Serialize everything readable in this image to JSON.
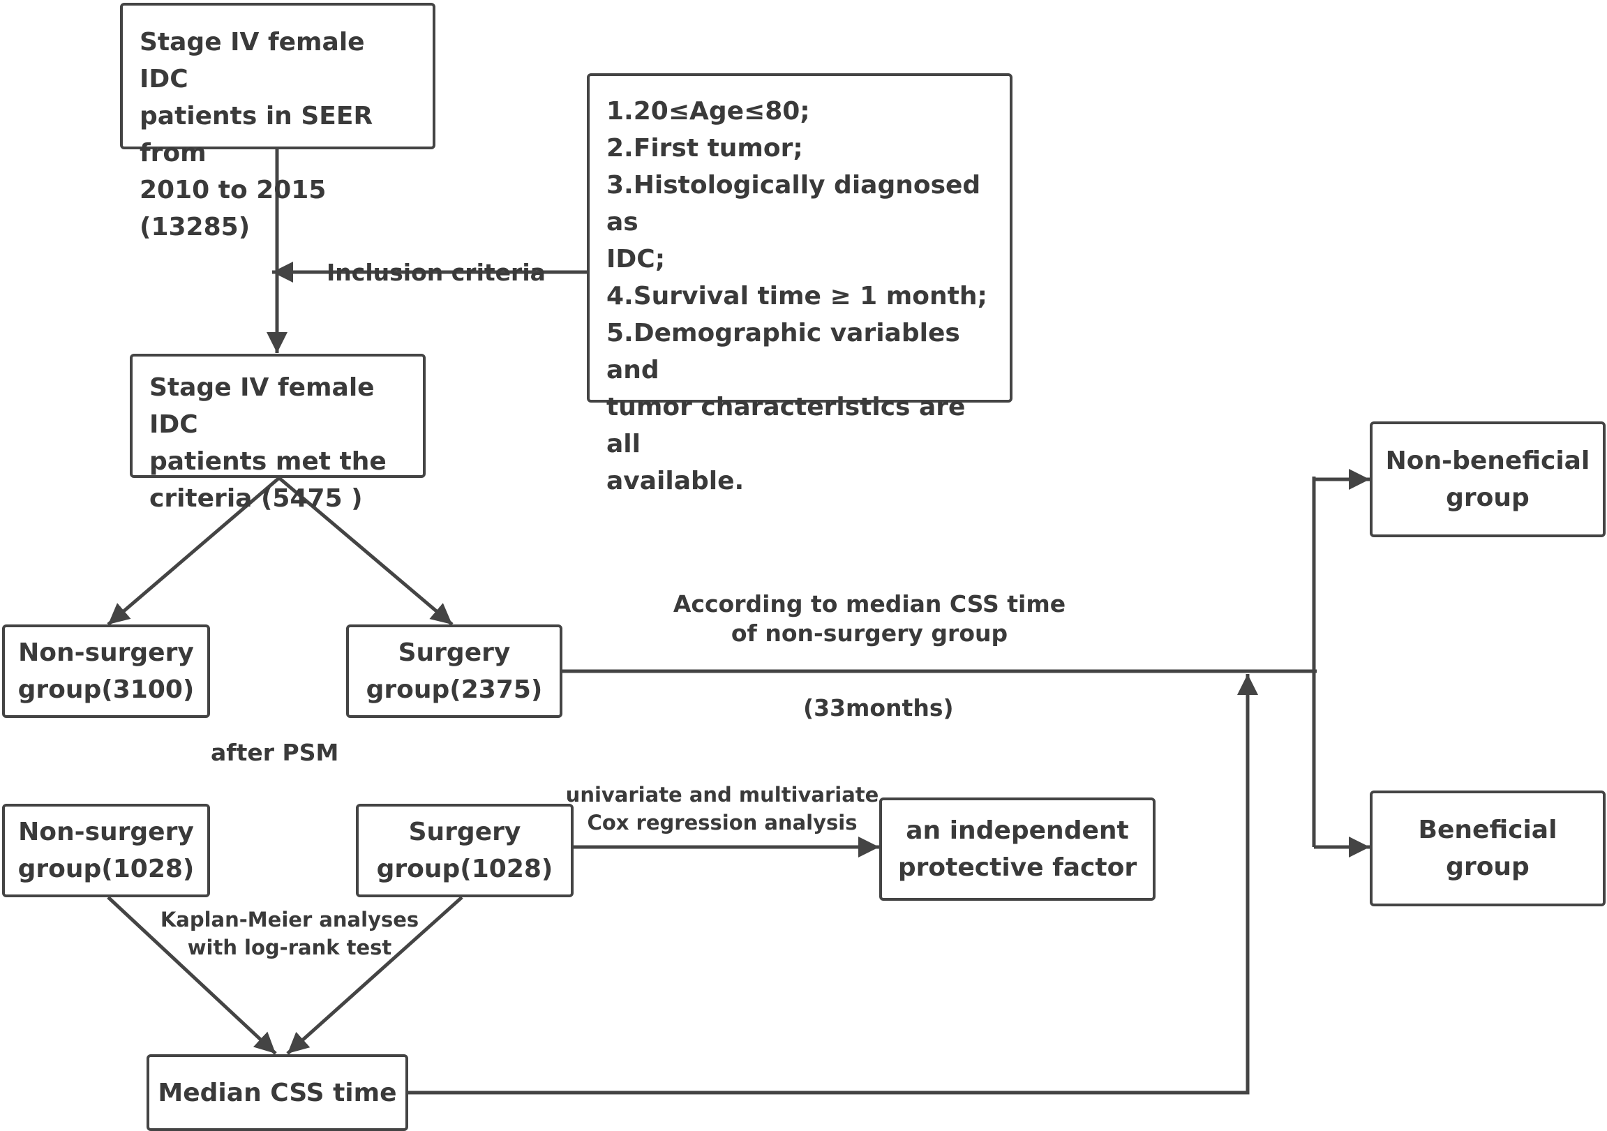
{
  "boxes": {
    "start": [
      "Stage IV female IDC",
      "patients in SEER from",
      "2010 to 2015 (13285)"
    ],
    "criteria_list": [
      "1.20≤Age≤80;",
      "2.First tumor;",
      "3.Histologically diagnosed  as",
      "IDC;",
      "4.Survival time ≥ 1 month;",
      "5.Demographic variables and",
      "tumor characteristics are all",
      "available."
    ],
    "met_criteria": [
      "Stage IV female IDC",
      "patients met the",
      "criteria (5475 )"
    ],
    "non_surgery_pre": [
      "Non-surgery",
      "group(3100)"
    ],
    "surgery_pre": [
      "Surgery",
      "group(2375)"
    ],
    "non_surgery_post": [
      "Non-surgery",
      "group(1028)"
    ],
    "surgery_post": [
      "Surgery",
      "group(1028)"
    ],
    "protective_factor": [
      "an independent",
      "protective factor"
    ],
    "median_css": [
      "Median CSS time"
    ],
    "non_beneficial": [
      "Non-beneficial",
      "group"
    ],
    "beneficial": [
      "Beneficial",
      "group"
    ]
  },
  "labels": {
    "inclusion": "Inclusion criteria",
    "according_line1": "According to median CSS time",
    "according_line2": "of non-surgery group",
    "months": "(33months)",
    "after_psm": "after PSM",
    "cox_line1": "univariate and multivariate",
    "cox_line2": "Cox regression analysis",
    "km_line1": "Kaplan-Meier analyses",
    "km_line2": "with log-rank test"
  }
}
